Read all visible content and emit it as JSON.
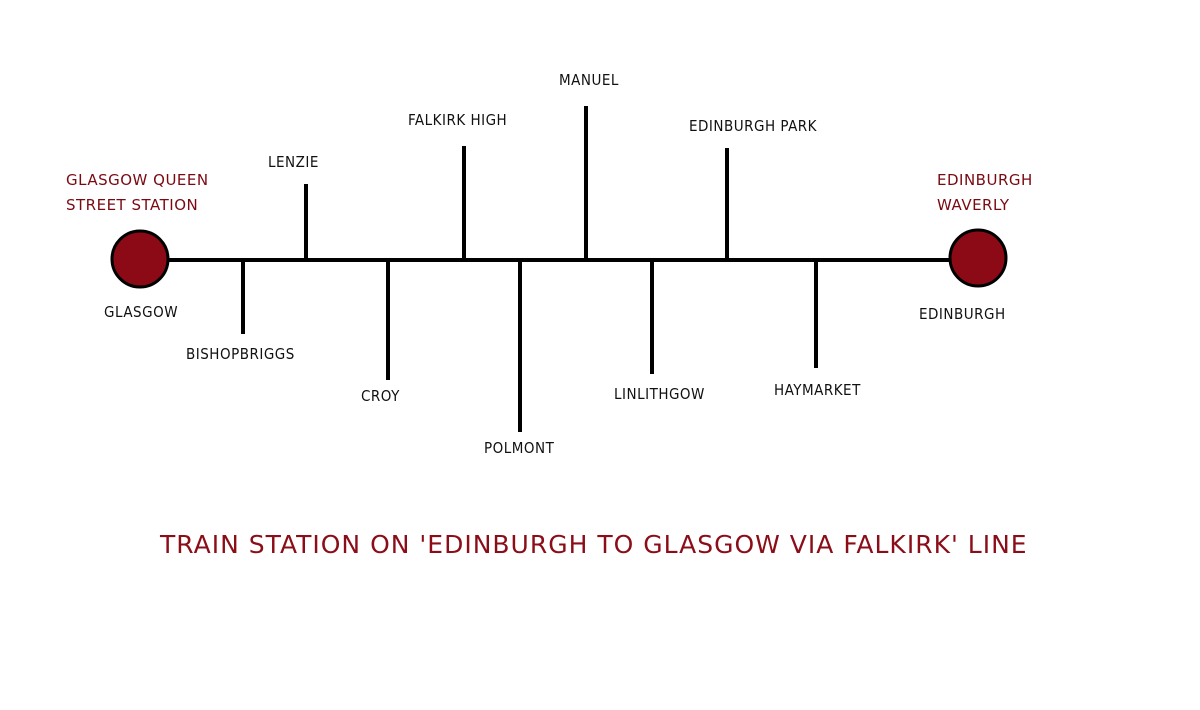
{
  "colors": {
    "line": "#000000",
    "terminal_fill": "#8b0a16",
    "terminal_text": "#7a0a12",
    "title_text": "#8b0d18"
  },
  "terminals": {
    "west": {
      "name_line1": "GLASGOW QUEEN",
      "name_line2": "STREET STATION",
      "short": "GLASGOW"
    },
    "east": {
      "name_line1": "EDINBURGH",
      "name_line2": "WAVERLY",
      "short": "EDINBURGH"
    }
  },
  "stations": [
    {
      "name": "BISHOPBRIGGS",
      "side": "below",
      "order": 1
    },
    {
      "name": "LENZIE",
      "side": "above",
      "order": 2
    },
    {
      "name": "CROY",
      "side": "below",
      "order": 3
    },
    {
      "name": "FALKIRK HIGH",
      "side": "above",
      "order": 4
    },
    {
      "name": "POLMONT",
      "side": "below",
      "order": 5
    },
    {
      "name": "MANUEL",
      "side": "above",
      "order": 6
    },
    {
      "name": "LINLITHGOW",
      "side": "below",
      "order": 7
    },
    {
      "name": "EDINBURGH PARK",
      "side": "above",
      "order": 8
    },
    {
      "name": "HAYMARKET",
      "side": "below",
      "order": 9
    }
  ],
  "title": "TRAIN STATION ON 'EDINBURGH TO GLASGOW VIA FALKIRK' LINE"
}
